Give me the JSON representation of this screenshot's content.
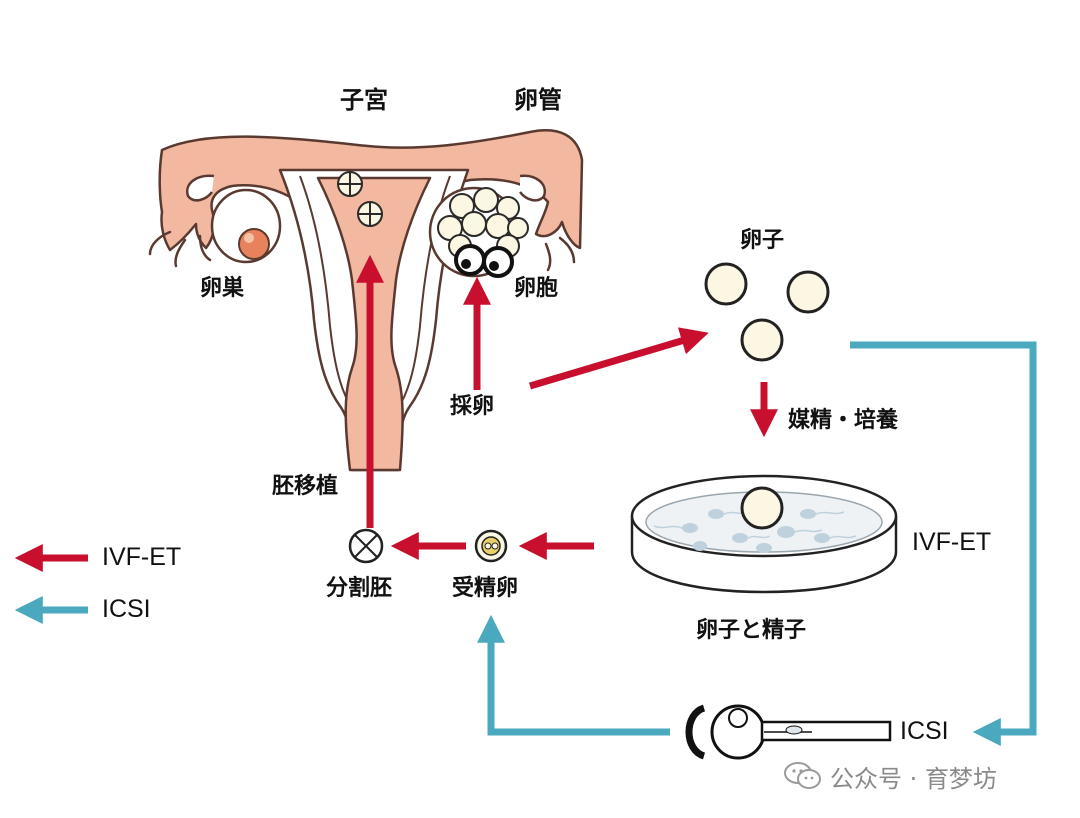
{
  "labels": {
    "uterus": "子宮",
    "tube": "卵管",
    "ovary": "卵巣",
    "follicle": "卵胞",
    "eggs": "卵子",
    "retrieval": "採卵",
    "insemination": "媒精・培養",
    "transfer": "胚移植",
    "embryo": "分割胚",
    "zygote": "受精卵",
    "dish": "卵子と精子",
    "ivf_tag": "IVF-ET",
    "icsi_tag": "ICSI"
  },
  "legend": [
    {
      "label": "IVF-ET",
      "color": "#c8102e"
    },
    {
      "label": "ICSI",
      "color": "#4aa8bf"
    }
  ],
  "watermark": {
    "text": "公众号 · 育梦坊",
    "icon": "wechat-icon"
  },
  "colors": {
    "ivf_red": "#c8102e",
    "icsi_teal": "#4aa8bf",
    "uterus_pink": "#f2b8a0",
    "ovary_orange": "#e8825c",
    "egg_fill": "#fbf7e3"
  }
}
